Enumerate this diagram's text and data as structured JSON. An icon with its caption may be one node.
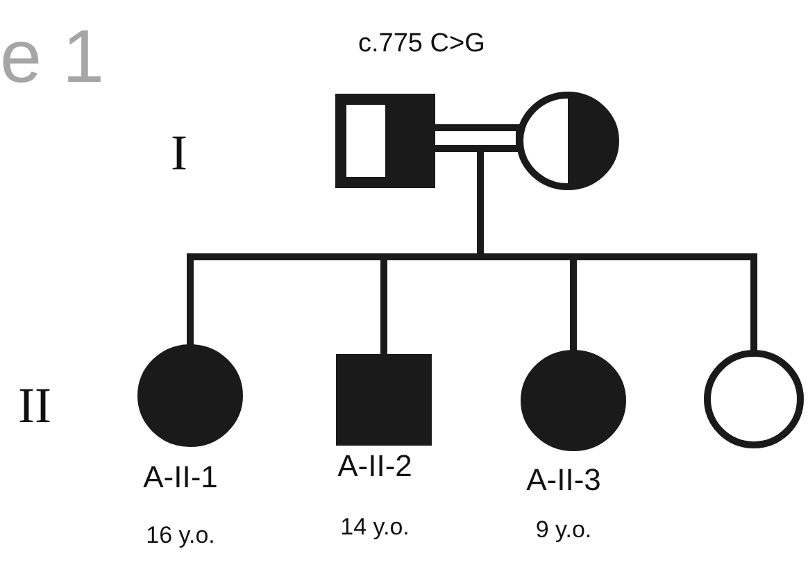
{
  "diagram": {
    "nodes": [
      {
        "text": [],
        "shape": "box"
      },
      {
        "text": [],
        "shape": "circle"
      },
      {
        "text": [],
        "shape": "circle",
        "beside": [
          "A-II-1",
          "16 y.o."
        ]
      },
      {
        "text": [],
        "shape": "box",
        "beside": [
          "A-II-2",
          "14 y.o."
        ]
      },
      {
        "text": [],
        "shape": "circle",
        "beside": [
          "A-II-3",
          "9 y.o."
        ]
      },
      {
        "text": [],
        "shape": "circle"
      }
    ],
    "edges": [
      {
        "from": 0,
        "to": 1,
        "arrow": "none"
      },
      {
        "from": 1,
        "to": 2,
        "arrow": "none"
      },
      {
        "from": 1,
        "to": 3,
        "arrow": "none"
      },
      {
        "from": 1,
        "to": 4,
        "arrow": "none"
      },
      {
        "from": 1,
        "to": 5,
        "arrow": "none"
      }
    ],
    "labels": [
      "e 1",
      "c.775 C>G",
      "I",
      "II"
    ]
  }
}
